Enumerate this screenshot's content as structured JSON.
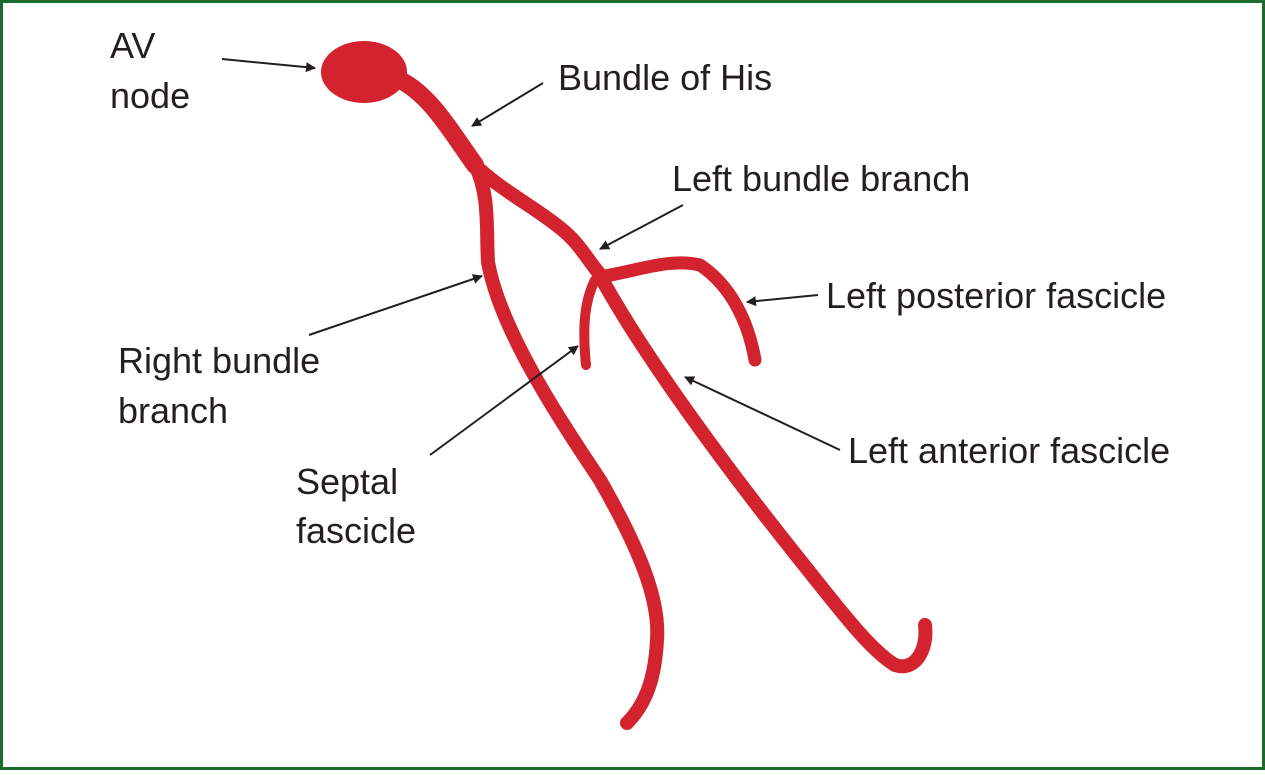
{
  "colors": {
    "conduction": "#d3232e",
    "border": "#1e6b2e",
    "text": "#231f20",
    "arrow": "#231f20"
  },
  "labels": {
    "av_node": [
      "AV",
      "node"
    ],
    "bundle_of_his": "Bundle of His",
    "left_bundle_branch": "Left bundle branch",
    "left_posterior_fascicle": "Left posterior fascicle",
    "right_bundle_branch": [
      "Right bundle",
      "branch"
    ],
    "septal_fascicle": [
      "Septal",
      "fascicle"
    ],
    "left_anterior_fascicle": "Left anterior fascicle"
  }
}
